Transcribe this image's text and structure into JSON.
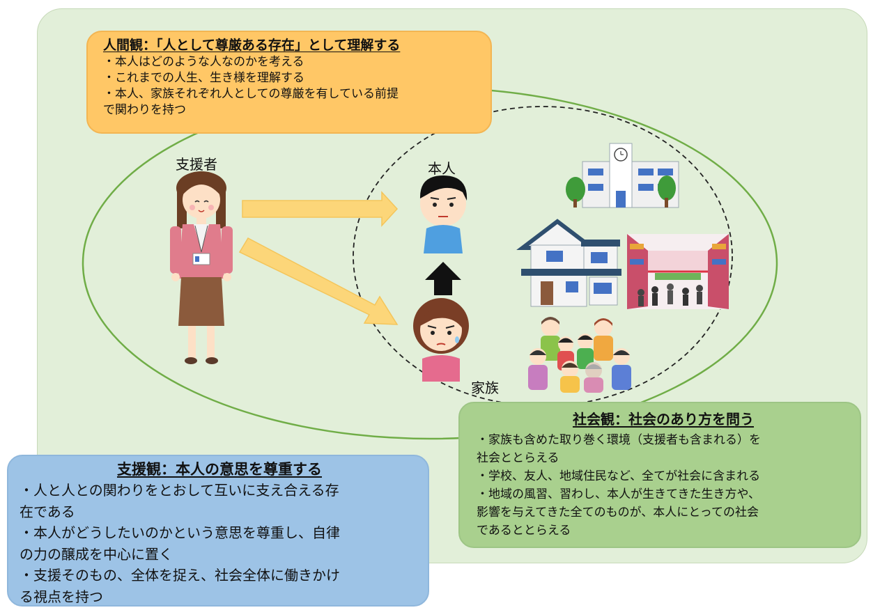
{
  "human_view": {
    "title": "人間観：「人として尊厳ある存在」として理解する",
    "lines": [
      "・本人はどのような人なのかを考える",
      "・これまでの人生、生き様を理解する",
      "・本人、家族それぞれ人としての尊厳を有している前提",
      "で関わりを持つ"
    ]
  },
  "labels": {
    "supporter": "支援者",
    "person": "本人",
    "family": "家族"
  },
  "society_view": {
    "title": "社会観：社会のあり方を問う",
    "lines": [
      "・家族も含めた取り巻く環境（支援者も含まれる）を",
      "社会ととらえる",
      "・学校、友人、地域住民など、全てが社会に含まれる",
      "・地域の風習、習わし、本人が生きてきた生き方や、",
      "影響を与えてきた全てのものが、本人にとっての社会",
      "であるととらえる"
    ]
  },
  "support_view": {
    "title": "支援観：本人の意思を尊重する",
    "lines": [
      "・人と人との関わりをとおして互いに支え合える存",
      "在である",
      "・本人がどうしたいのかという意思を尊重し、自律",
      "の力の醸成を中心に置く",
      "・支援そのもの、全体を捉え、社会全体に働きかけ",
      "る視点を持つ"
    ]
  },
  "icons": [
    "supporter-woman-icon",
    "person-boy-icon",
    "family-mother-icon",
    "school-building-icon",
    "house-icon",
    "shopping-street-icon",
    "community-group-icon",
    "arrow-icon"
  ],
  "colors": {
    "background": "#e2efd9",
    "human_card": "#ffc766",
    "society_card": "#a9d08e",
    "support_card": "#9dc3e6",
    "outer_ellipse": "#70ad47",
    "arrow_fill": "#fcd679"
  }
}
